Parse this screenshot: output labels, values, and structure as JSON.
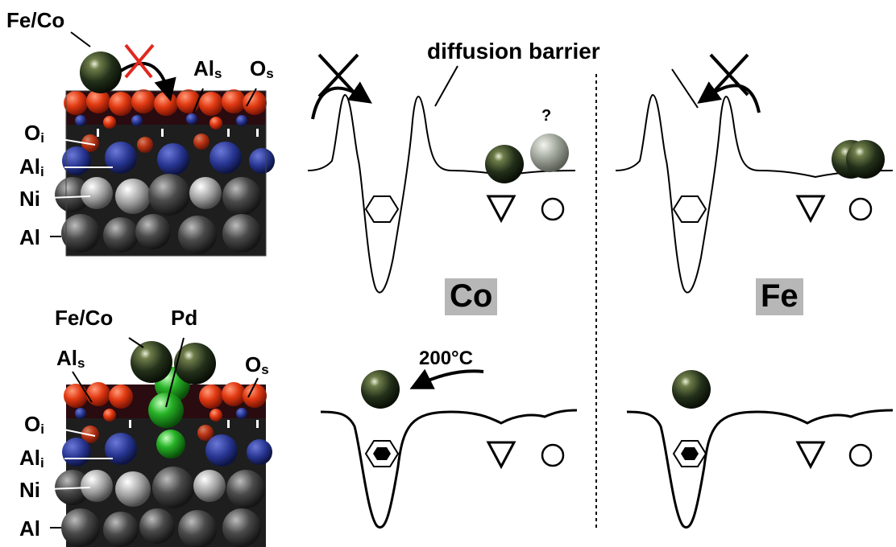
{
  "colors": {
    "oxygen": "#e23a12",
    "aluminum_surface": "#1f2e9a",
    "substrate": "#3a3a3a",
    "metal_adatom": "#2b3a18",
    "pd": "#1fa21f",
    "cross_red": "#e0281e",
    "label_box": "#b7b7b7"
  },
  "left_panels": {
    "top": {
      "adatom_label": "Fe/Co",
      "als_label": "Al",
      "als_sub": "s",
      "os_label": "O",
      "os_sub": "s",
      "oi_label": "O",
      "oi_sub": "i",
      "ali_label": "Al",
      "ali_sub": "i",
      "ni_label": "Ni",
      "al_label": "Al"
    },
    "bottom": {
      "adatom_label": "Fe/Co",
      "pd_label": "Pd",
      "als_label": "Al",
      "als_sub": "s",
      "os_label": "O",
      "os_sub": "s",
      "oi_label": "O",
      "oi_sub": "i",
      "ali_label": "Al",
      "ali_sub": "i",
      "ni_label": "Ni",
      "al_label": "Al"
    }
  },
  "energy_diagrams": {
    "barrier_label": "diffusion barrier",
    "question_mark": "?",
    "temperature_label": "200°C",
    "co_label": "Co",
    "fe_label": "Fe",
    "site_icons": [
      "hexagon-site",
      "triangle-site",
      "circle-site"
    ]
  }
}
